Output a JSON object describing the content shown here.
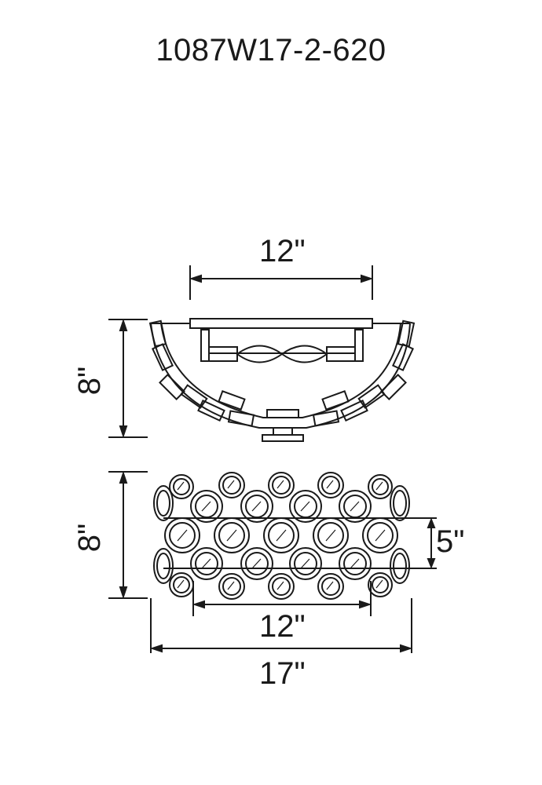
{
  "title": "1087W17-2-620",
  "dimensions": {
    "top_width": "12\"",
    "top_height": "8\"",
    "front_height": "8\"",
    "front_band": "5\"",
    "front_inner_width": "12\"",
    "front_overall_width": "17\""
  },
  "colors": {
    "line": "#1a1a1a",
    "background": "#ffffff"
  }
}
